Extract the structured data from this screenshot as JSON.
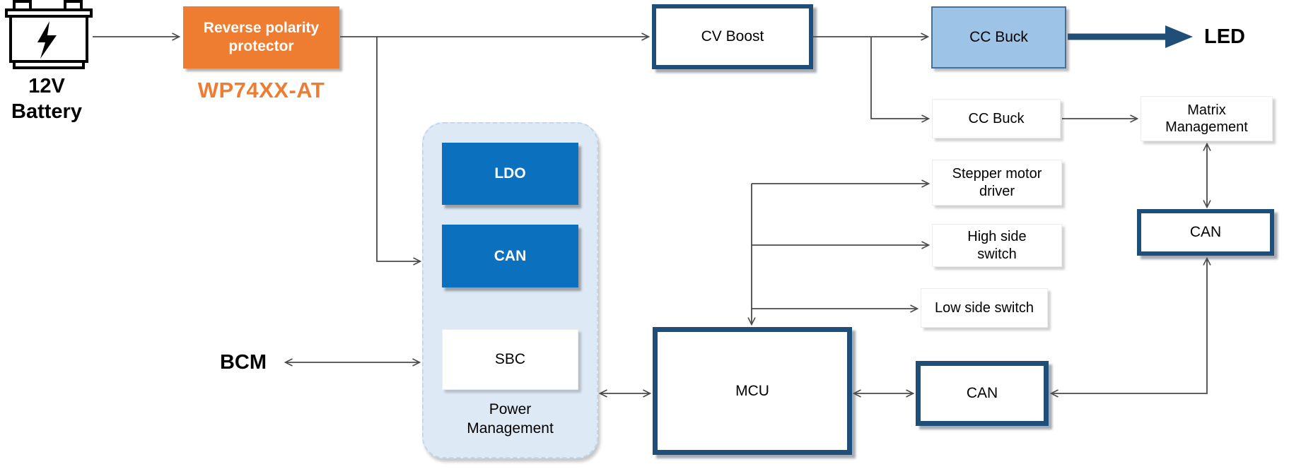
{
  "colors": {
    "accent_orange": "#EE7D31",
    "navy": "#1F4E79",
    "block_blue": "#0B70BD",
    "light_blue_fill": "#9DC3E6",
    "pm_container_fill": "#DDE9F5",
    "wire_gray": "#4A4A4A"
  },
  "diagram": {
    "battery": {
      "label": "12V\nBattery"
    },
    "protector": {
      "label": "Reverse polarity\nprotector",
      "part_number": "WP74XX-AT"
    },
    "cv_boost": {
      "label": "CV Boost"
    },
    "cc_buck_led": {
      "label": "CC Buck"
    },
    "led": {
      "label": "LED"
    },
    "cc_buck_matrix": {
      "label": "CC Buck"
    },
    "matrix_management": {
      "label": "Matrix\nManagement"
    },
    "stepper_motor_driver": {
      "label": "Stepper motor\ndriver"
    },
    "high_side_switch": {
      "label": "High side\nswitch"
    },
    "low_side_switch": {
      "label": "Low side switch"
    },
    "can_matrix": {
      "label": "CAN"
    },
    "can_mcu": {
      "label": "CAN"
    },
    "mcu": {
      "label": "MCU"
    },
    "bcm": {
      "label": "BCM"
    },
    "power_management": {
      "label": "Power\nManagement",
      "ldo": "LDO",
      "can": "CAN",
      "sbc": "SBC"
    }
  }
}
